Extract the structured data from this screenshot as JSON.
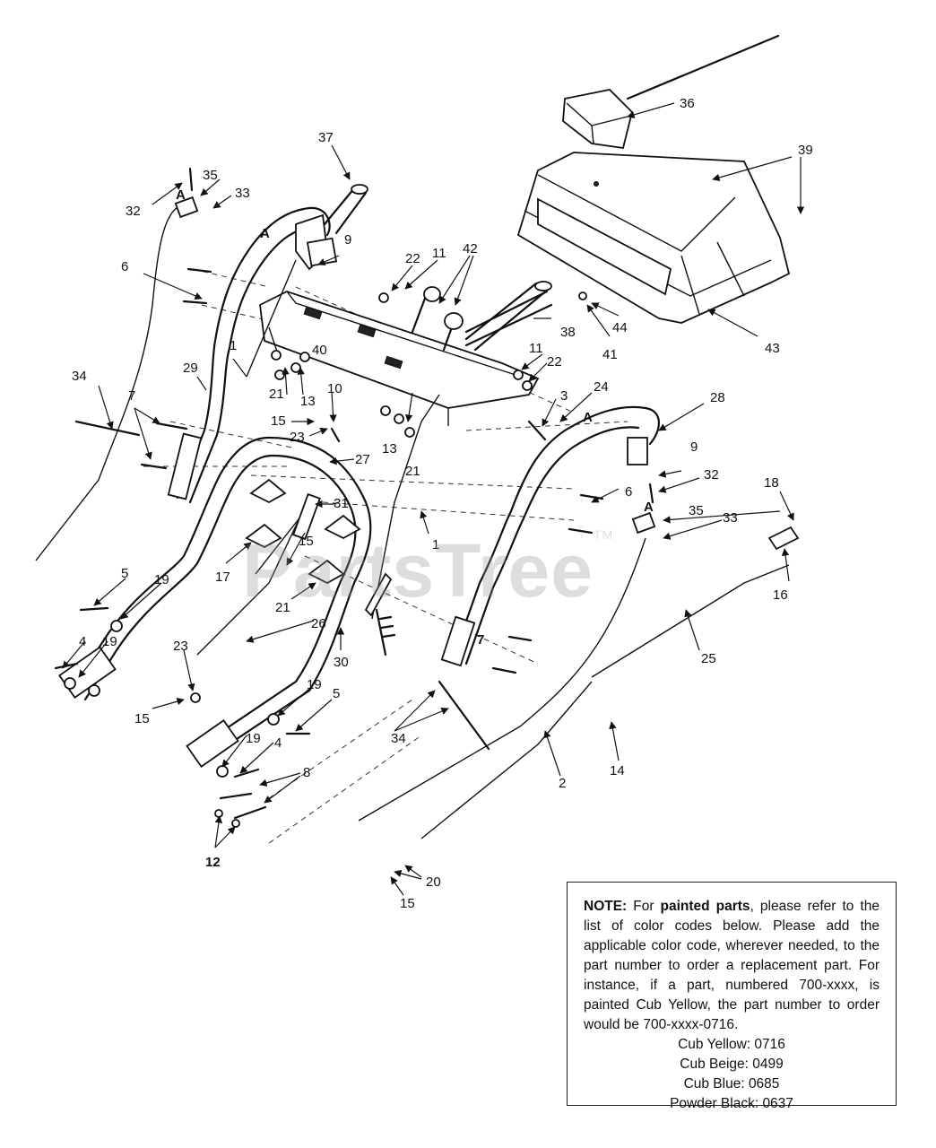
{
  "callouts": {
    "c1a": "1",
    "c1b": "1",
    "c2": "2",
    "c3": "3",
    "c4a": "4",
    "c4b": "4",
    "c5a": "5",
    "c5b": "5",
    "c6a": "6",
    "c6b": "6",
    "c7a": "7",
    "c7b": "7",
    "c8": "8",
    "c9a": "9",
    "c9b": "9",
    "c10": "10",
    "c11a": "11",
    "c11b": "11",
    "c12": "12",
    "c13a": "13",
    "c13b": "13",
    "c14": "14",
    "c15a": "15",
    "c15b": "15",
    "c15c": "15",
    "c15d": "15",
    "c16": "16",
    "c17": "17",
    "c18": "18",
    "c19a": "19",
    "c19b": "19",
    "c19c": "19",
    "c19d": "19",
    "c20": "20",
    "c21a": "21",
    "c21b": "21",
    "c21c": "21",
    "c22a": "22",
    "c22b": "22",
    "c23a": "23",
    "c23b": "23",
    "c24": "24",
    "c25": "25",
    "c26": "26",
    "c27": "27",
    "c28": "28",
    "c29": "29",
    "c30": "30",
    "c31": "31",
    "c32a": "32",
    "c32b": "32",
    "c33a": "33",
    "c33b": "33",
    "c34a": "34",
    "c34b": "34",
    "c35a": "35",
    "c35b": "35",
    "c36": "36",
    "c37": "37",
    "c38": "38",
    "c39": "39",
    "c40": "40",
    "c41": "41",
    "c42": "42",
    "c43": "43",
    "c44": "44",
    "cA1": "A",
    "cA2": "A",
    "cA3": "A",
    "cA4": "A"
  },
  "watermark": {
    "text": "PartsTree",
    "tm": "TM"
  },
  "note": {
    "label": "NOTE:",
    "t1": " For ",
    "painted": "painted parts",
    "t2": ", please refer to the list of color codes below. Please add the applicable color code, wherever needed, to the part number to order a replacement part. For instance, if a part, numbered 700-xxxx, is painted Cub Yellow, the part number to order would be 700-xxxx-0716.",
    "colors": [
      "Cub Yellow: 0716",
      "Cub Beige: 0499",
      "Cub Blue: 0685",
      "Powder Black: 0637"
    ]
  }
}
